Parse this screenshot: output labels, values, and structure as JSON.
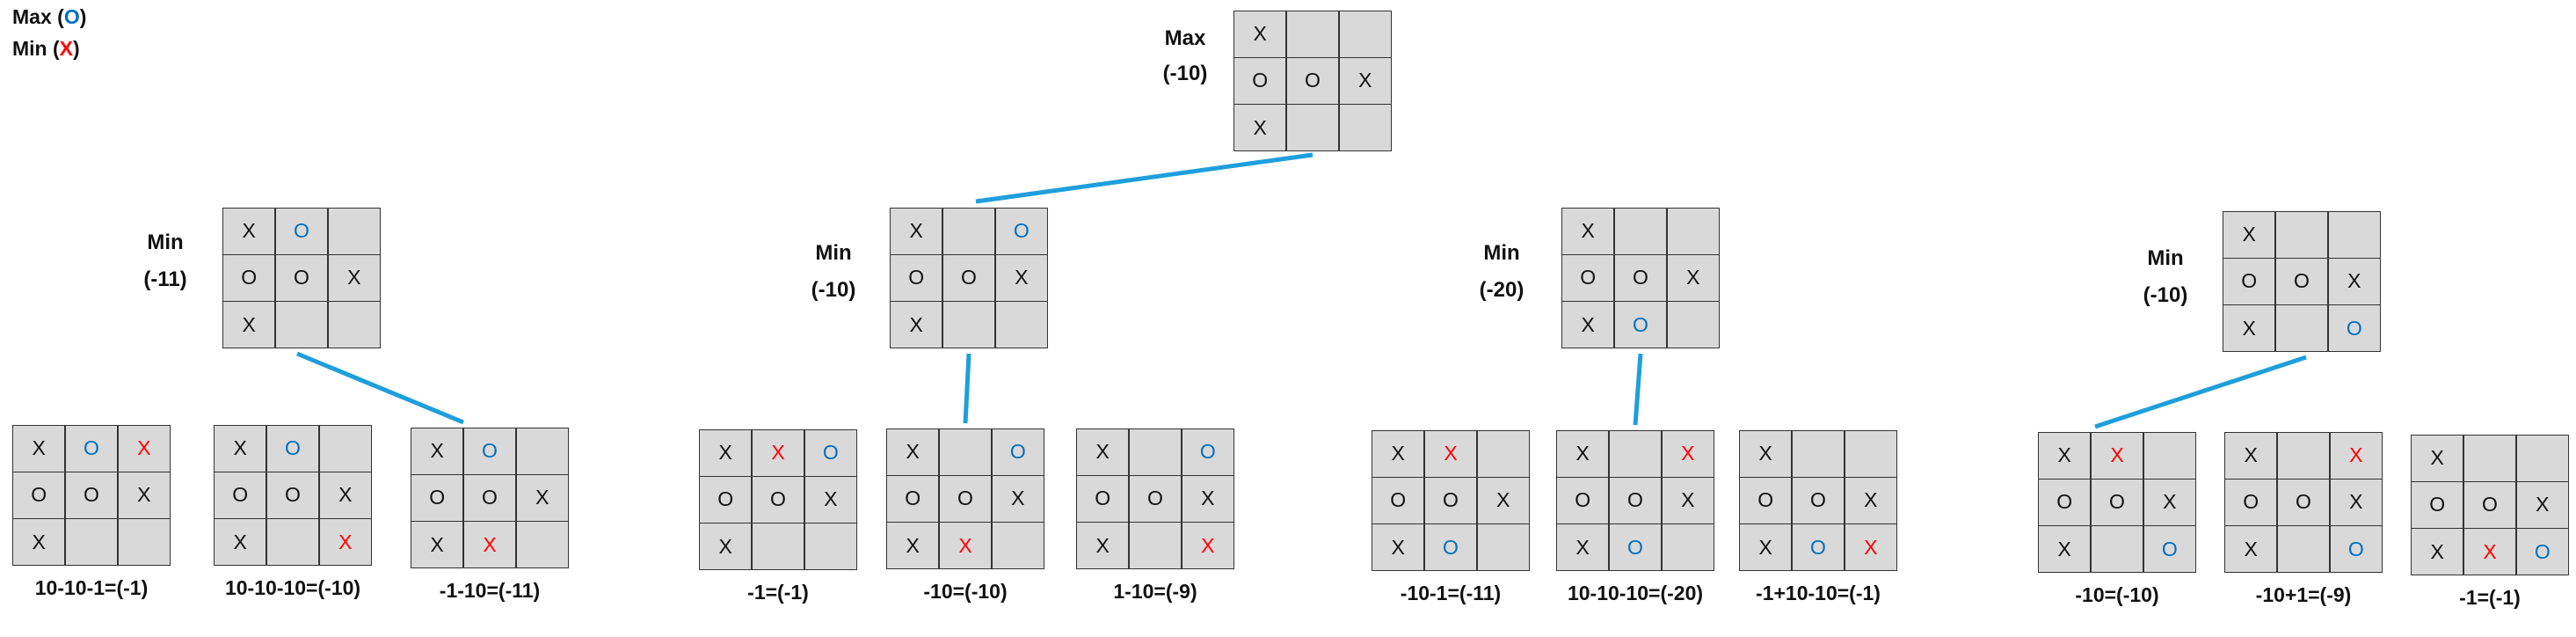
{
  "legend": {
    "max": "Max",
    "min": "Min",
    "o": "O",
    "x": "X"
  },
  "colors": {
    "x_red": "#ff0000",
    "o_blue": "#0070c0",
    "edge": "#1e9fdc",
    "cell": "#d9d9d9"
  },
  "root": {
    "label": "Max",
    "value": "(-10)",
    "cells": [
      "X",
      "",
      "",
      "O",
      "O",
      "X",
      "X",
      "",
      ""
    ],
    "colors": [
      "",
      "",
      "",
      "",
      "",
      "",
      "",
      "",
      ""
    ]
  },
  "branches": [
    {
      "label": "Min",
      "value": "(-11)",
      "cells": [
        "X",
        "O",
        "",
        "O",
        "O",
        "X",
        "X",
        "",
        ""
      ],
      "colors": [
        "",
        "b",
        "",
        "",
        "",
        "",
        "",
        "",
        ""
      ],
      "children": [
        {
          "caption": "10-10-1=(-1)",
          "cells": [
            "X",
            "O",
            "X",
            "O",
            "O",
            "X",
            "X",
            "",
            ""
          ],
          "colors": [
            "",
            "b",
            "r",
            "",
            "",
            "",
            "",
            "",
            ""
          ]
        },
        {
          "caption": "10-10-10=(-10)",
          "cells": [
            "X",
            "O",
            "",
            "O",
            "O",
            "X",
            "X",
            "",
            "X"
          ],
          "colors": [
            "",
            "b",
            "",
            "",
            "",
            "",
            "",
            "",
            "r"
          ]
        },
        {
          "caption": "-1-10=(-11)",
          "cells": [
            "X",
            "O",
            "",
            "O",
            "O",
            "X",
            "X",
            "X",
            ""
          ],
          "colors": [
            "",
            "b",
            "",
            "",
            "",
            "",
            "",
            "r",
            ""
          ]
        }
      ]
    },
    {
      "label": "Min",
      "value": "(-10)",
      "cells": [
        "X",
        "",
        "O",
        "O",
        "O",
        "X",
        "X",
        "",
        ""
      ],
      "colors": [
        "",
        "",
        "b",
        "",
        "",
        "",
        "",
        "",
        ""
      ],
      "children": [
        {
          "caption": "-1=(-1)",
          "cells": [
            "X",
            "X",
            "O",
            "O",
            "O",
            "X",
            "X",
            "",
            ""
          ],
          "colors": [
            "",
            "r",
            "b",
            "",
            "",
            "",
            "",
            "",
            ""
          ]
        },
        {
          "caption": "-10=(-10)",
          "cells": [
            "X",
            "",
            "O",
            "O",
            "O",
            "X",
            "X",
            "X",
            ""
          ],
          "colors": [
            "",
            "",
            "b",
            "",
            "",
            "",
            "",
            "r",
            ""
          ]
        },
        {
          "caption": "1-10=(-9)",
          "cells": [
            "X",
            "",
            "O",
            "O",
            "O",
            "X",
            "X",
            "",
            "X"
          ],
          "colors": [
            "",
            "",
            "b",
            "",
            "",
            "",
            "",
            "",
            "r"
          ]
        }
      ]
    },
    {
      "label": "Min",
      "value": "(-20)",
      "cells": [
        "X",
        "",
        "",
        "O",
        "O",
        "X",
        "X",
        "O",
        ""
      ],
      "colors": [
        "",
        "",
        "",
        "",
        "",
        "",
        "",
        "b",
        ""
      ],
      "children": [
        {
          "caption": "-10-1=(-11)",
          "cells": [
            "X",
            "X",
            "",
            "O",
            "O",
            "X",
            "X",
            "O",
            ""
          ],
          "colors": [
            "",
            "r",
            "",
            "",
            "",
            "",
            "",
            "b",
            ""
          ]
        },
        {
          "caption": "10-10-10=(-20)",
          "cells": [
            "X",
            "",
            "X",
            "O",
            "O",
            "X",
            "X",
            "O",
            ""
          ],
          "colors": [
            "",
            "",
            "r",
            "",
            "",
            "",
            "",
            "b",
            ""
          ]
        },
        {
          "caption": "-1+10-10=(-1)",
          "cells": [
            "X",
            "",
            "",
            "O",
            "O",
            "X",
            "X",
            "O",
            "X"
          ],
          "colors": [
            "",
            "",
            "",
            "",
            "",
            "",
            "",
            "b",
            "r"
          ]
        }
      ]
    },
    {
      "label": "Min",
      "value": "(-10)",
      "cells": [
        "X",
        "",
        "",
        "O",
        "O",
        "X",
        "X",
        "",
        "O"
      ],
      "colors": [
        "",
        "",
        "",
        "",
        "",
        "",
        "",
        "",
        "b"
      ],
      "children": [
        {
          "caption": "-10=(-10)",
          "cells": [
            "X",
            "X",
            "",
            "O",
            "O",
            "X",
            "X",
            "",
            "O"
          ],
          "colors": [
            "",
            "r",
            "",
            "",
            "",
            "",
            "",
            "",
            "b"
          ]
        },
        {
          "caption": "-10+1=(-9)",
          "cells": [
            "X",
            "",
            "X",
            "O",
            "O",
            "X",
            "X",
            "",
            "O"
          ],
          "colors": [
            "",
            "",
            "r",
            "",
            "",
            "",
            "",
            "",
            "b"
          ]
        },
        {
          "caption": "-1=(-1)",
          "cells": [
            "X",
            "",
            "",
            "O",
            "O",
            "X",
            "X",
            "X",
            "O"
          ],
          "colors": [
            "",
            "",
            "",
            "",
            "",
            "",
            "",
            "r",
            "b"
          ]
        }
      ]
    }
  ]
}
